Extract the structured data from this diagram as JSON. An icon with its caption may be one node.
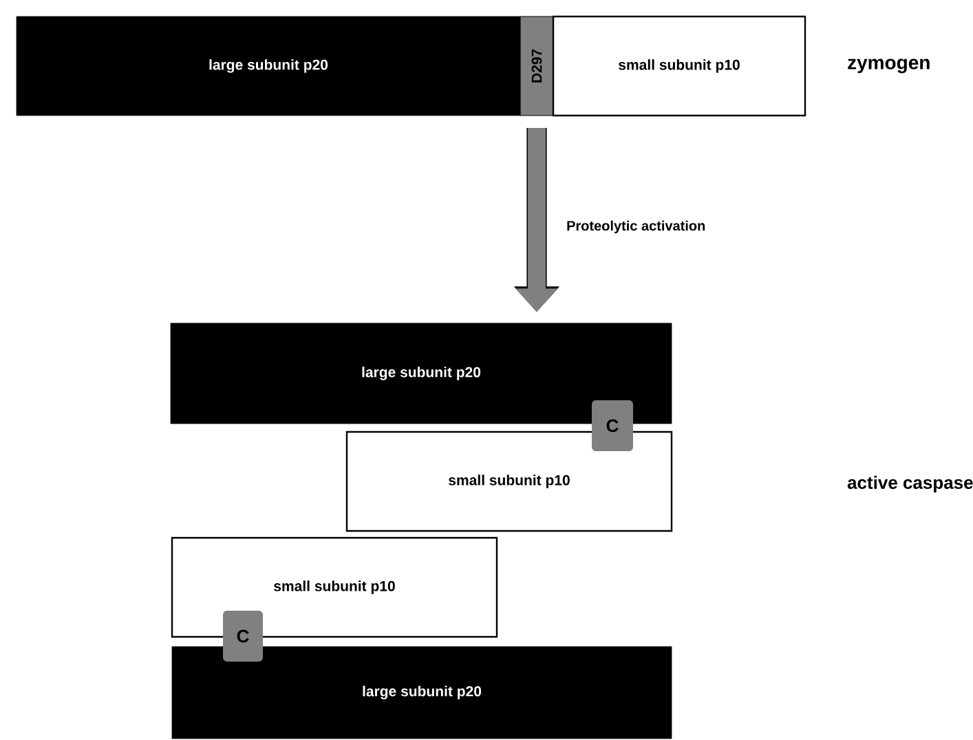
{
  "diagram": {
    "nodes": [
      {
        "text": [
          "large subunit  p20"
        ]
      },
      {
        "text": [
          "D297"
        ]
      },
      {
        "text": [
          "small subunit  p10"
        ]
      },
      {
        "text": [
          "large subunit  p20"
        ]
      },
      {
        "text": [
          "C"
        ]
      },
      {
        "text": [
          "small subunit  p10"
        ]
      },
      {
        "text": [
          "small subunit  p10"
        ]
      },
      {
        "text": [
          "C"
        ]
      },
      {
        "text": [
          "large subunit  p20"
        ]
      }
    ],
    "edges": [
      {
        "from": 1,
        "to": 3,
        "arrow": "to",
        "label": "Proteolytic activation"
      }
    ],
    "labels": [
      "zymogen",
      "active caspase"
    ]
  }
}
